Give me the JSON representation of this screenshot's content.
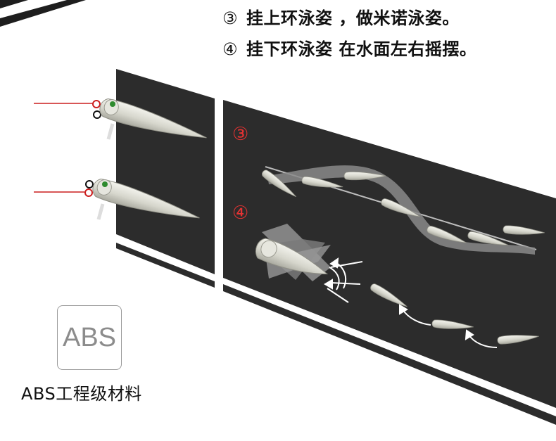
{
  "captions": [
    {
      "number": "③",
      "text": "挂上环泳姿  ，做米诺泳姿。"
    },
    {
      "number": "④",
      "text": "挂下环泳姿   在水面左右摇摆。"
    }
  ],
  "markers": {
    "swim_upper": "③",
    "swim_lower": "④"
  },
  "material": {
    "badge": "ABS",
    "label": "ABS工程级材料"
  },
  "colors": {
    "panel": "#2c2c2c",
    "accent_red": "#e53333",
    "line_red": "#cc1f1f",
    "lure": "#d9d9cf"
  }
}
